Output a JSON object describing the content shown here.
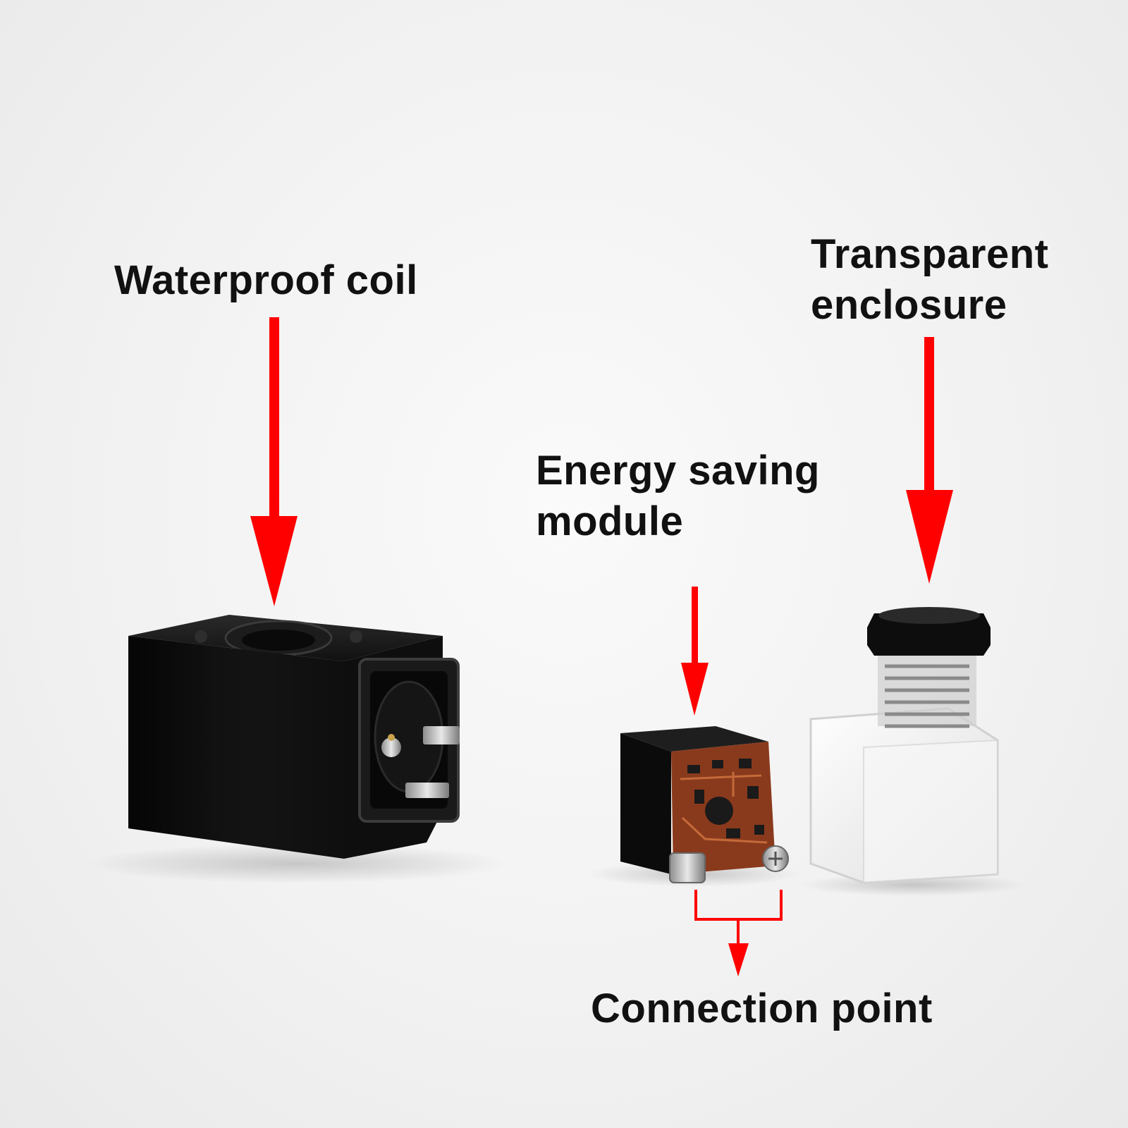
{
  "labels": {
    "waterproof_coil": "Waterproof coil",
    "transparent_enclosure": "Transparent\nenclosure",
    "energy_saving_module": "Energy saving\nmodule",
    "connection_point": "Connection point"
  },
  "colors": {
    "arrow": "#ff0000",
    "text": "#111111",
    "background": "#f2f2f2",
    "coil_body": "#0c0c0c",
    "pcb": "#8a3a1c"
  },
  "icons": {
    "coil": "solenoid-coil",
    "module": "circuit-board-module",
    "enclosure": "transparent-connector-housing"
  }
}
